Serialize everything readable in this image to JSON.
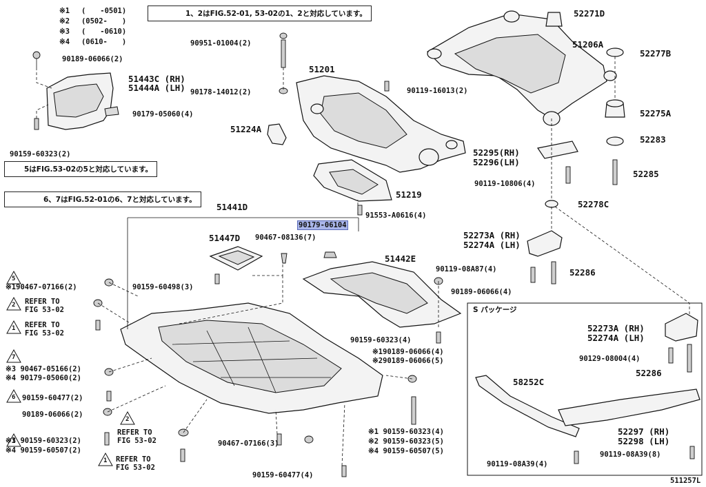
{
  "notes": {
    "n1": "※1 　(　　-0501)",
    "n2": "※2 　(0502-　　)",
    "n3": "※3 　(　　-0610)",
    "n4": "※4 　(0610-　　)",
    "box1": "1、2はFIG.52-01, 53-02の1、2と対応しています。",
    "box5": "5はFIG.53-02の5と対応しています。",
    "box6": "6、7はFIG.52-01の6、7と対応しています。",
    "package": "S パッケージ",
    "drawing_no": "511257L"
  },
  "labels": {
    "p90189_06066_top": "90189-06066(2)",
    "p51443C": "51443C (RH)",
    "p51444A": "51444A (LH)",
    "p90179_05060": "90179-05060(4)",
    "p90159_60323_left": "90159-60323(2)",
    "p90951": "90951-01004(2)",
    "p51201": "51201",
    "p90178": "90178-14012(2)",
    "p90119_16013": "90119-16013(2)",
    "p51224A": "51224A",
    "p51219": "51219",
    "p91553": "91553-A0616(4)",
    "p51441D": "51441D",
    "p90179_06104": "90179-06104",
    "p51447D": "51447D",
    "p90467_08136": "90467-08136(7)",
    "p51442E": "51442E",
    "p90467_07166_l": "※190467-07166(2)",
    "p90159_60498": "90159-60498(3)",
    "refer1a": "REFER TO",
    "refer1b": "FIG 53-02",
    "refer2a": "REFER TO",
    "refer2b": "FIG 53-02",
    "l7a": "※3 90467-05166(2)",
    "l7b": "※4 90179-05060(2)",
    "p90159_60477_l": "90159-60477(2)",
    "p90189_06066_l": "90189-06066(2)",
    "refer3a": "REFER TO",
    "refer3b": "FIG 53-02",
    "p90159_60323_l3": "※3 90159-60323(2)",
    "p90159_60507_l4": "※4 90159-60507(2)",
    "refer4a": "REFER TO",
    "refer4b": "FIG 53-02",
    "p90467_07166_b": "90467-07166(3)",
    "p90159_60477_b": "90159-60477(4)",
    "p90159_60323_m": "90159-60323(4)",
    "p90189_06066_m1": "※190189-06066(4)",
    "p90189_06066_m2": "※290189-06066(5)",
    "m_b1": "※1 90159-60323(4)",
    "m_b2": "※2 90159-60323(5)",
    "m_b4": "※4 90159-60507(5)",
    "p90119_08A87": "90119-08A87(4)",
    "p90189_06066_r": "90189-06066(4)",
    "p52271D": "52271D",
    "p51206A": "51206A",
    "p52277B": "52277B",
    "p52275A": "52275A",
    "p52283": "52283",
    "p52295": "52295(RH)",
    "p52296": "52296(LH)",
    "p52285": "52285",
    "p90119_10806": "90119-10806(4)",
    "p52278C": "52278C",
    "p52273A": "52273A (RH)",
    "p52274A": "52274A (LH)",
    "p52286": "52286",
    "s52273A": "52273A (RH)",
    "s52274A": "52274A (LH)",
    "s90129": "90129-08004(4)",
    "s52286": "52286",
    "s58252C": "58252C",
    "s52297": "52297 (RH)",
    "s52298": "52298 (LH)",
    "s90119_08A39_l": "90119-08A39(4)",
    "s90119_08A39_r": "90119-08A39(8)"
  },
  "markers": {
    "one": "1",
    "two": "2",
    "five": "5",
    "six": "6",
    "seven": "7"
  }
}
